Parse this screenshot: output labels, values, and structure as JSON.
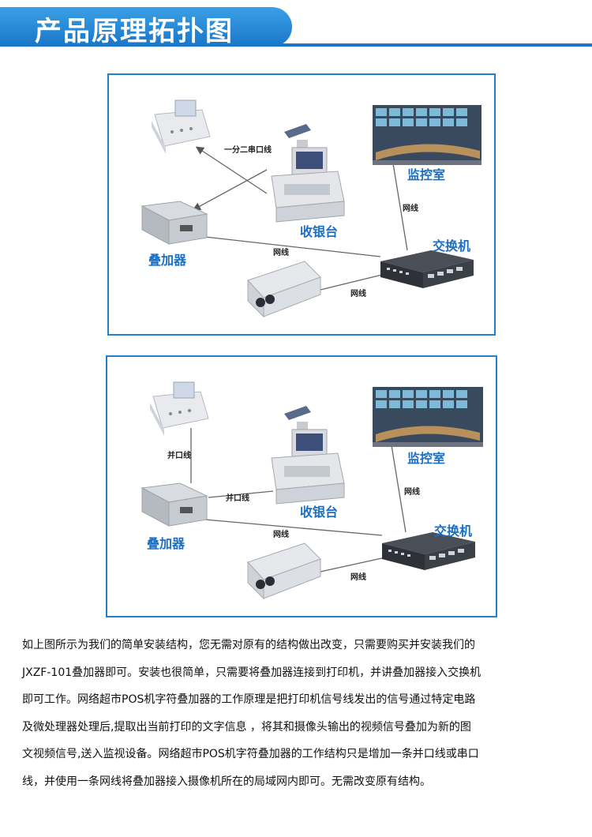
{
  "header": {
    "title": "产品原理拓扑图"
  },
  "diagrams": [
    {
      "labels": {
        "monitor_room": "监控室",
        "cash_register": "收银台",
        "overlay": "叠加器",
        "switch": "交换机",
        "printer_link": "一分二串口线",
        "net_monitor": "网线",
        "net_overlay": "网线",
        "net_camera": "网线"
      }
    },
    {
      "labels": {
        "monitor_room": "监控室",
        "cash_register": "收银台",
        "overlay": "叠加器",
        "switch": "交换机",
        "printer_link": "并口线",
        "register_link": "并口线",
        "net_monitor": "网线",
        "net_overlay": "网线",
        "net_camera": "网线"
      }
    }
  ],
  "description": {
    "lines": [
      "如上图所示为我们的简单安装结构，您无需对原有的结构做出改变，只需要购买并安装我们的",
      "JXZF-101叠加器即可。安装也很简单，只需要将叠加器连接到打印机，并讲叠加器接入交换机",
      "即可工作。网络超市POS机字符叠加器的工作原理是把打印机信号线发出的信号通过特定电路",
      "及微处理器处理后,提取出当前打印的文字信息 ，将其和摄像头输出的视频信号叠加为新的图",
      "文视频信号,送入监视设备。网络超市POS机字符叠加器的工作结构只是增加一条并口线或串口",
      "线，并使用一条网线将叠加器接入摄像机所在的局域网内即可。无需改变原有结构。"
    ]
  }
}
